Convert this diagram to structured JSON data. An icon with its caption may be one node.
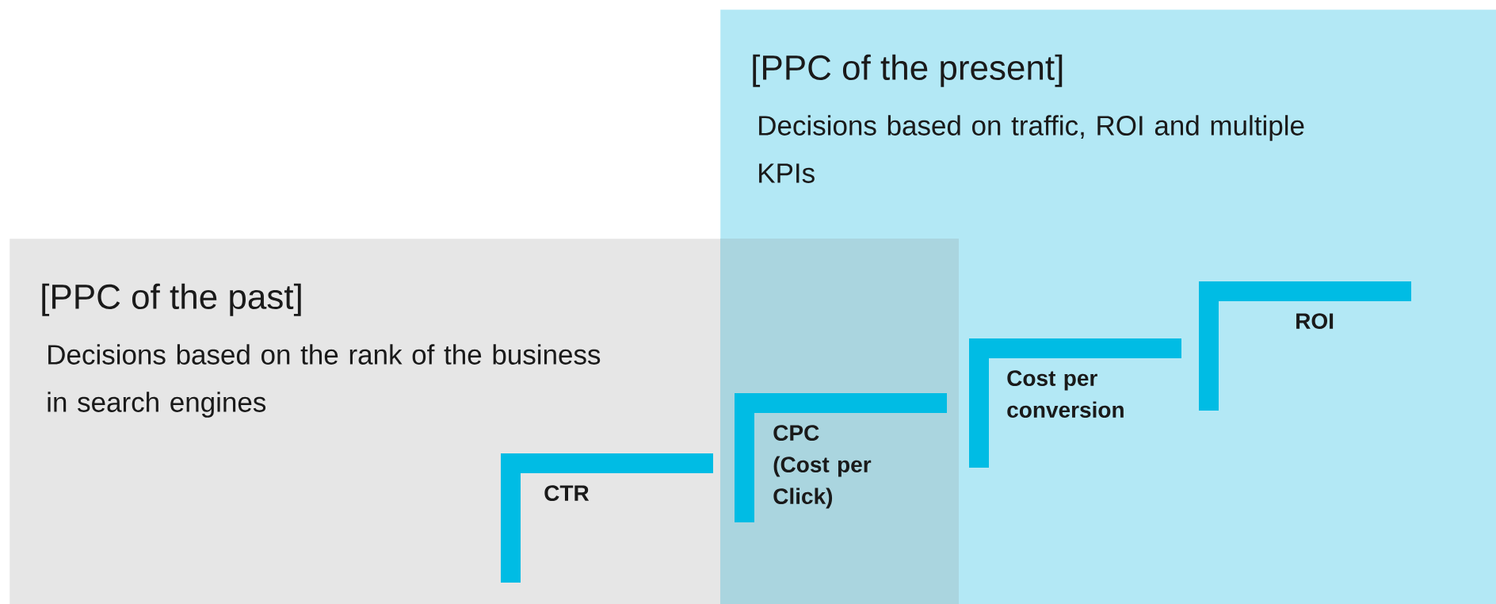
{
  "diagram": {
    "nodes": [
      {
        "text": [
          "[PPC of the past]",
          "Decisions based on the rank of the business in search engines"
        ]
      },
      {
        "text": [
          "[PPC of the present]",
          "Decisions based on traffic, ROI and multiple KPIs"
        ]
      },
      {
        "text": [
          "CTR"
        ],
        "in": 0
      },
      {
        "text": [
          "CPC (Cost per Click)"
        ],
        "in": 1
      },
      {
        "text": [
          "Cost per conversion"
        ],
        "in": 1
      },
      {
        "text": [
          "ROI"
        ],
        "in": 1
      }
    ]
  }
}
